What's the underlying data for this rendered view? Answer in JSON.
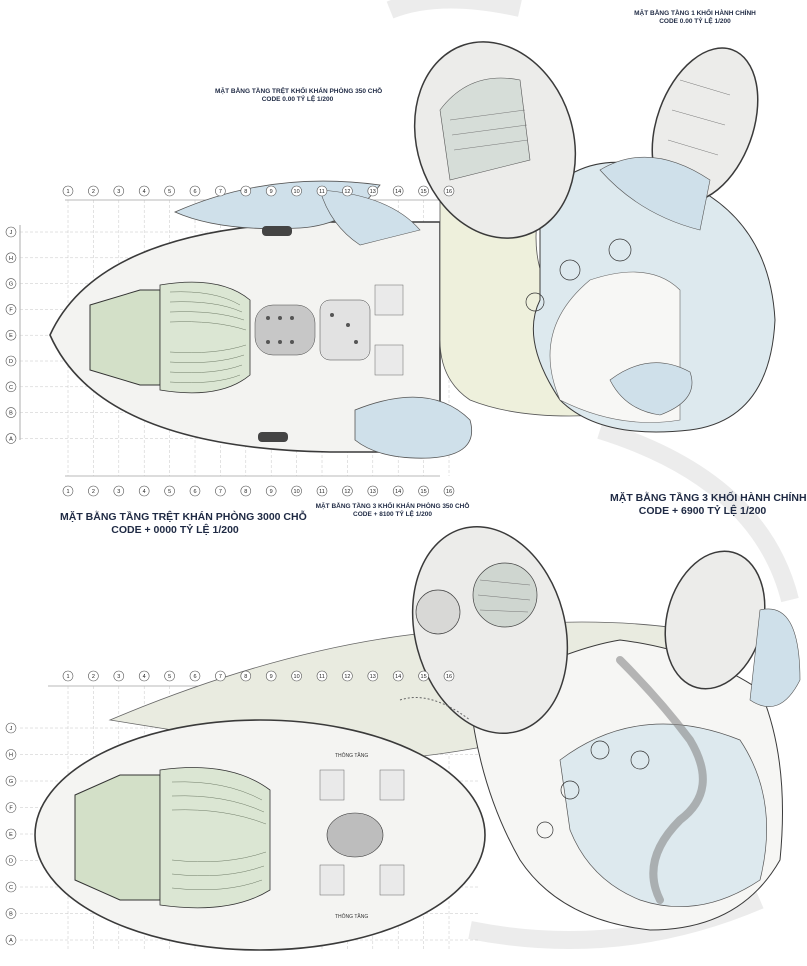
{
  "captions": {
    "admin_floor1": {
      "line1": "MẶT BẰNG TẦNG 1 KHỐI HÀNH CHÍNH",
      "line2": "CODE 0.00 TỶ LỆ 1/200"
    },
    "hall350_ground": {
      "line1": "MẶT BẰNG TẦNG TRỆT KHỐI KHÁN PHÒNG 350 CHỖ",
      "line2": "CODE 0.00 TỶ LỆ 1/200"
    },
    "hall3000_ground": {
      "line1": "MẶT BẰNG TẦNG TRỆT KHÁN PHÒNG 3000 CHỖ",
      "line2": "CODE + 0000 TỶ LỆ 1/200"
    },
    "hall350_floor3": {
      "line1": "MẶT BẰNG TẦNG 3 KHỐI KHÁN PHÒNG 350 CHỖ",
      "line2": "CODE + 8100 TỶ LỆ 1/200"
    },
    "admin_floor3": {
      "line1": "MẶT BẰNG TẦNG 3 KHỐI HÀNH CHÍNH",
      "line2": "CODE + 6900 TỶ LỆ 1/200"
    }
  },
  "grid_columns": [
    "1",
    "2",
    "3",
    "4",
    "5",
    "6",
    "7",
    "8",
    "9",
    "10",
    "11",
    "12",
    "13",
    "14",
    "15",
    "16"
  ],
  "grid_rows": [
    "J",
    "H",
    "G",
    "F",
    "E",
    "D",
    "C",
    "B",
    "A"
  ],
  "room_labels": [
    "THÔNG TẦNG",
    "THÔNG TẦNG"
  ],
  "colors": {
    "wall": "#3a3a3a",
    "water": "#cfe0ea",
    "plaza": "#eef0dc",
    "stage": "#d3e0c8",
    "hall": "#dcdcd8",
    "grid": "#9a9a9a"
  }
}
